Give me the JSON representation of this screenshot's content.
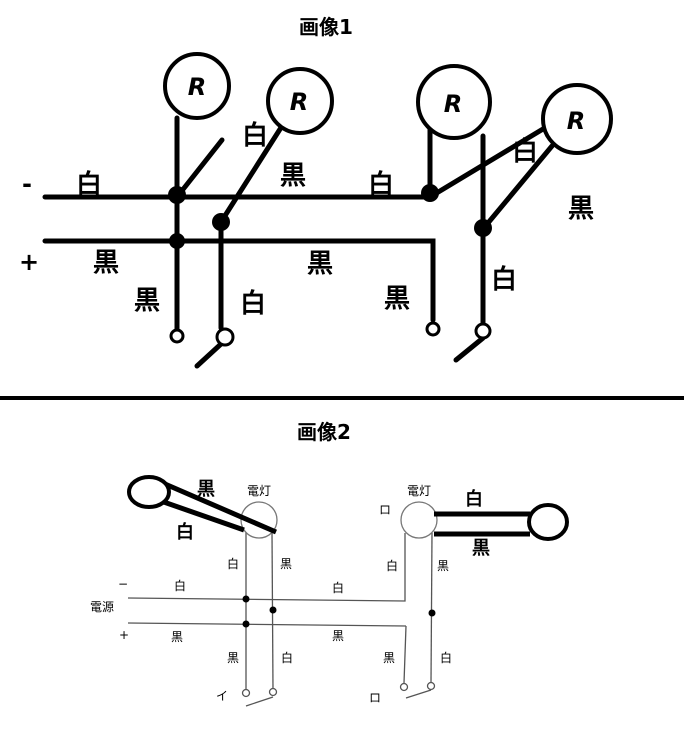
{
  "image1": {
    "title": "画像1",
    "minus_sign": "-",
    "plus_sign": "+",
    "lamp_label": "R",
    "labels": {
      "top_left_white": "白",
      "lamp1_white": "白",
      "lamp1_black": "黒",
      "top_mid_white": "白",
      "lamp3_white": "白",
      "lamp3_black": "黒",
      "bottom_left_black": "黒",
      "bottom_mid_black": "黒",
      "drop1_black": "黒",
      "drop2_white": "白",
      "drop3_black": "黒",
      "drop4_white": "白"
    }
  },
  "image2": {
    "title": "画像2",
    "lamp_left_caption": "電灯",
    "lamp_right_caption": "電灯",
    "power_label": "電源",
    "minus_sign": "−",
    "plus_sign": "+",
    "label_i": "イ",
    "label_ro_top": "ロ",
    "label_ro_bottom": "ロ",
    "labels": {
      "lamp_left_black": "黒",
      "lamp_left_white": "白",
      "lamp_right_white": "白",
      "lamp_right_black": "黒",
      "v1_white": "白",
      "v1_black": "黒",
      "minus_white": "白",
      "minus_white2": "白",
      "v3_white": "白",
      "v3_black": "黒",
      "plus_black": "黒",
      "plus_black2": "黒",
      "bottom1_black": "黒",
      "bottom1_white": "白",
      "bottom2_black": "黒",
      "bottom2_white": "白"
    }
  }
}
